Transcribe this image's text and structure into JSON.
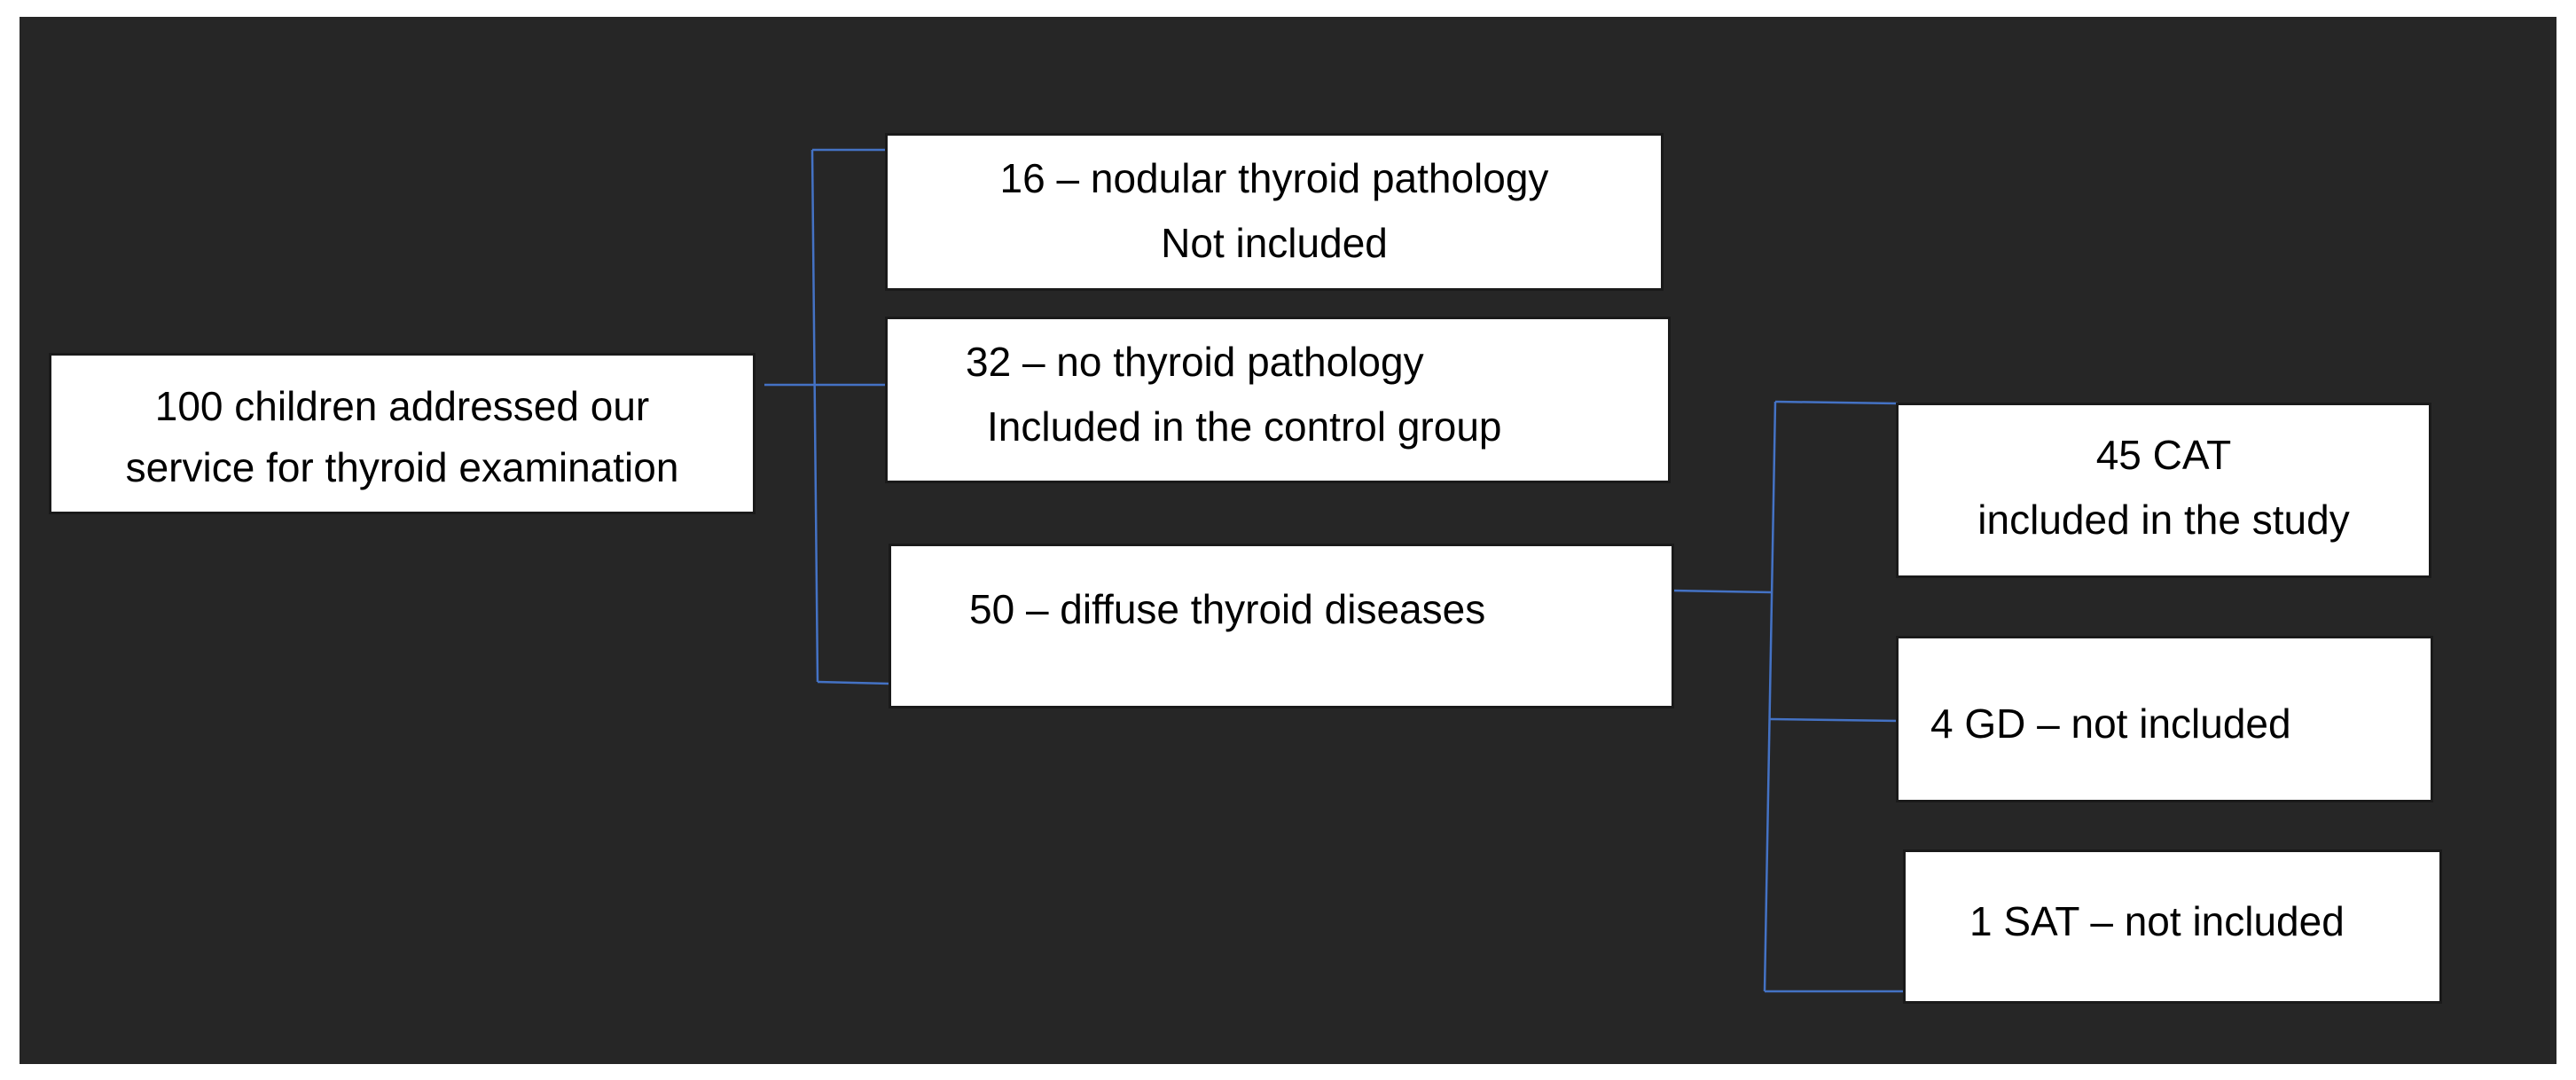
{
  "colors": {
    "background": "#262626",
    "outer_margin": "#ffffff",
    "box_fill": "#ffffff",
    "box_border": "#1a1a1a",
    "text": "#000000",
    "connector": "#4472c4"
  },
  "diagram": {
    "root": {
      "line1": "100 children addressed our",
      "line2": "service for thyroid examination"
    },
    "level1": [
      {
        "line1": "16 – nodular thyroid pathology",
        "line2": "Not included"
      },
      {
        "line1": "32 – no thyroid pathology",
        "line2": "Included in the control group"
      },
      {
        "line1": "50 – diffuse thyroid diseases"
      }
    ],
    "level2": [
      {
        "line1": "45 CAT",
        "line2": "included in the study"
      },
      {
        "line1": "4 GD – not included"
      },
      {
        "line1": "1 SAT – not included"
      }
    ]
  }
}
